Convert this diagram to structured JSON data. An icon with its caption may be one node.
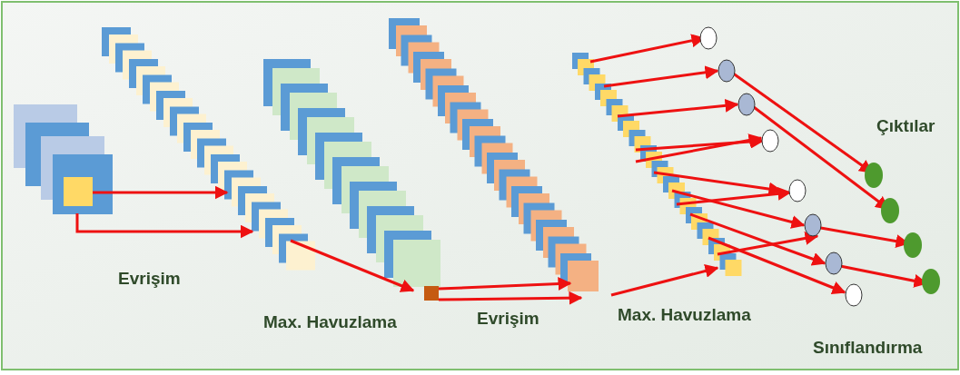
{
  "diagram": {
    "labels": [
      "Evrişim",
      "Max. Havuzlama",
      "Evrişim",
      "Max. Havuzlama",
      "Çıktılar",
      "Sınıflandırma"
    ]
  }
}
